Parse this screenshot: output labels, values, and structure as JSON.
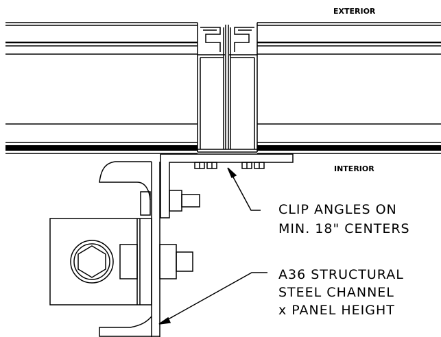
{
  "labels": {
    "exterior": "EXTERIOR",
    "interior": "INTERIOR",
    "clip_angles_line1": "CLIP ANGLES ON",
    "clip_angles_line2": "MIN. 18\" CENTERS",
    "channel_line1": "A36 STRUCTURAL",
    "channel_line2": "STEEL CHANNEL",
    "channel_line3": "x PANEL HEIGHT"
  },
  "colors": {
    "line": "#000000",
    "background": "#ffffff"
  }
}
